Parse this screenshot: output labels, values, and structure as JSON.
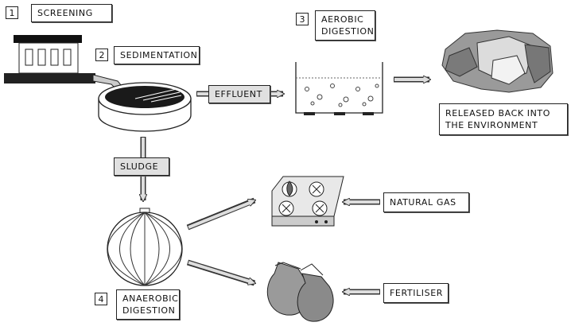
{
  "steps": {
    "screening": {
      "number": "1",
      "label": "SCREENING"
    },
    "sedimentation": {
      "number": "2",
      "label": "SEDIMENTATION"
    },
    "aerobic": {
      "number": "3",
      "line1": "AEROBIC",
      "line2": "DIGESTION"
    },
    "anaerobic": {
      "number": "4",
      "line1": "ANAEROBIC",
      "line2": "DIGESTION"
    }
  },
  "flows": {
    "effluent": "EFFLUENT",
    "sludge": "SLUDGE"
  },
  "outputs": {
    "released_line1": "RELEASED BACK INTO",
    "released_line2": "THE ENVIRONMENT",
    "natural_gas": "NATURAL GAS",
    "fertiliser": "FERTILISER"
  },
  "icons": [
    "building-icon",
    "sedimentation-tank-icon",
    "aeration-tank-icon",
    "environment-rocks-icon",
    "digester-sphere-icon",
    "gas-stove-icon",
    "fertiliser-sacks-icon"
  ]
}
